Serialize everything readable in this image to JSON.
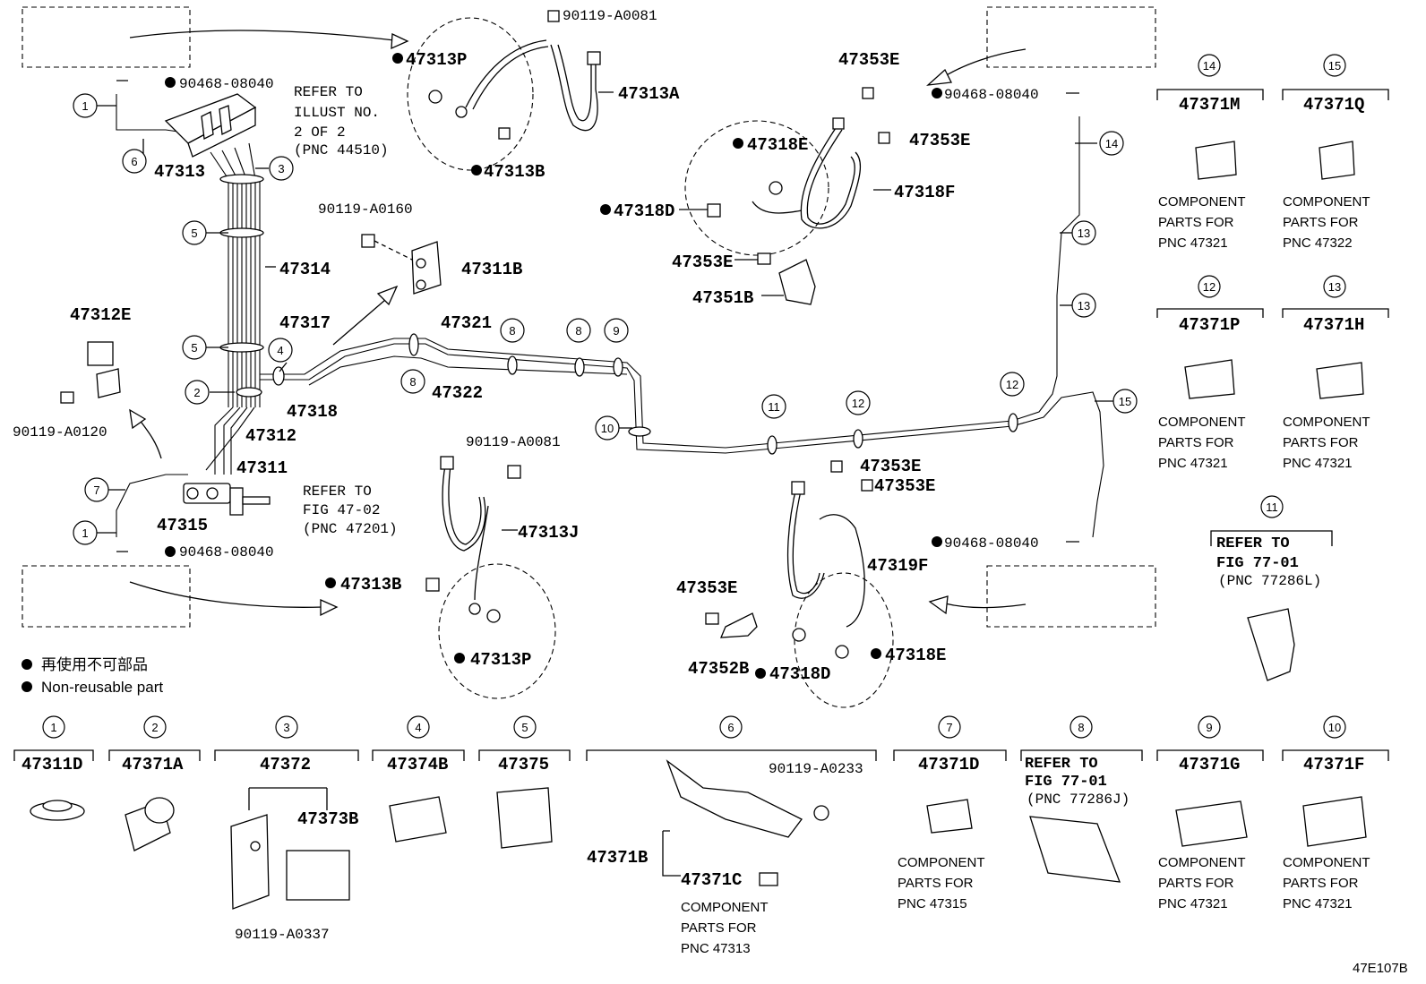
{
  "legend": {
    "ja": "再使用不可部品",
    "en": "Non-reusable part"
  },
  "figure_id": "47E107B",
  "pipes": {
    "p47313": "47313",
    "p47314": "47314",
    "p47312": "47312",
    "p47311": "47311",
    "p47315": "47315",
    "p47317": "47317",
    "p47318": "47318",
    "p47321": "47321",
    "p47322": "47322"
  },
  "parts": {
    "p47313P_top": "47313P",
    "p47313A": "47313A",
    "p47313B_top": "47313B",
    "p90119A0081_top": "90119-A0081",
    "p90468_tl": "90468-08040",
    "p90468_bl": "90468-08040",
    "p90468_tr": "90468-08040",
    "p90468_br": "90468-08040",
    "p90119A0160": "90119-A0160",
    "p47311B": "47311B",
    "p47312E": "47312E",
    "p90119A0120": "90119-A0120",
    "p47353E_1": "47353E",
    "p47353E_2": "47353E",
    "p47353E_3": "47353E",
    "p47353E_4": "47353E",
    "p47353E_5": "47353E",
    "p47353E_6": "47353E",
    "p47318E_top": "47318E",
    "p47318F": "47318F",
    "p47318D_top": "47318D",
    "p47351B": "47351B",
    "p90119A0081_mid": "90119-A0081",
    "p47313J": "47313J",
    "p47313B_bot": "47313B",
    "p47313P_bot": "47313P",
    "p47319F": "47319F",
    "p47352B": "47352B",
    "p47318D_bot": "47318D",
    "p47318E_bot": "47318E"
  },
  "notes": {
    "refer_illust": [
      "REFER TO",
      "ILLUST NO.",
      "2 OF 2",
      "(PNC 44510)"
    ],
    "refer_fig4702": [
      "REFER TO",
      "FIG 47-02",
      "(PNC 47201)"
    ]
  },
  "callouts": {
    "c1a": "1",
    "c1b": "1",
    "c2": "2",
    "c3": "3",
    "c4": "4",
    "c5a": "5",
    "c5b": "5",
    "c6": "6",
    "c7": "7",
    "c8a": "8",
    "c8b": "8",
    "c8c": "8",
    "c9": "9",
    "c10": "10",
    "c11": "11",
    "c12a": "12",
    "c12b": "12",
    "c13a": "13",
    "c13b": "13",
    "c14": "14",
    "c15": "15"
  },
  "right_boxes": [
    {
      "num": "14",
      "part": "47371M",
      "note": [
        "COMPONENT",
        "PARTS FOR",
        "PNC 47321"
      ]
    },
    {
      "num": "15",
      "part": "47371Q",
      "note": [
        "COMPONENT",
        "PARTS FOR",
        "PNC 47322"
      ]
    },
    {
      "num": "12",
      "part": "47371P",
      "note": [
        "COMPONENT",
        "PARTS FOR",
        "PNC 47321"
      ]
    },
    {
      "num": "13",
      "part": "47371H",
      "note": [
        "COMPONENT",
        "PARTS FOR",
        "PNC 47321"
      ]
    },
    {
      "num": "11",
      "part": "",
      "note": [
        "REFER TO",
        "FIG 77-01",
        "(PNC 77286L)"
      ]
    }
  ],
  "bottom_boxes": [
    {
      "num": "1",
      "part": "47311D"
    },
    {
      "num": "2",
      "part": "47371A"
    },
    {
      "num": "3",
      "part": "47372",
      "sub": "47373B",
      "bolt": "90119-A0337"
    },
    {
      "num": "4",
      "part": "47374B"
    },
    {
      "num": "5",
      "part": "47375"
    },
    {
      "num": "6",
      "sub1": "47371B",
      "sub2": "47371C",
      "bolt": "90119-A0233",
      "note": [
        "COMPONENT",
        "PARTS FOR",
        "PNC 47313"
      ]
    },
    {
      "num": "7",
      "part": "47371D",
      "note": [
        "COMPONENT",
        "PARTS FOR",
        "PNC 47315"
      ]
    },
    {
      "num": "8",
      "note": [
        "REFER TO",
        "FIG 77-01",
        "(PNC 77286J)"
      ]
    },
    {
      "num": "9",
      "part": "47371G",
      "note": [
        "COMPONENT",
        "PARTS FOR",
        "PNC 47321"
      ]
    },
    {
      "num": "10",
      "part": "47371F",
      "note": [
        "COMPONENT",
        "PARTS FOR",
        "PNC 47321"
      ]
    }
  ]
}
